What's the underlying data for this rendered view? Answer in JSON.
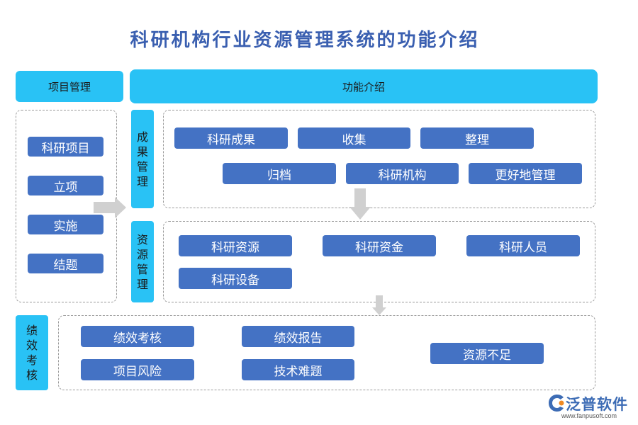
{
  "title": "科研机构行业资源管理系统的功能介绍",
  "left_header": "项目管理",
  "right_header": "功能介绍",
  "project_items": [
    "科研项目",
    "立项",
    "实施",
    "结题"
  ],
  "section_labels": {
    "results": "成果管理",
    "resources": "资源管理",
    "performance": "绩效考核"
  },
  "results_items": [
    "科研成果",
    "收集",
    "整理",
    "归档",
    "科研机构",
    "更好地管理"
  ],
  "resources_items": [
    "科研资源",
    "科研资金",
    "科研人员",
    "科研设备"
  ],
  "performance_items": [
    "绩效考核",
    "绩效报告",
    "资源不足",
    "项目风险",
    "技术难题"
  ],
  "logo": {
    "name": "泛普软件",
    "url": "www.fanpusoft.com"
  },
  "colors": {
    "header": "#29c2f5",
    "button": "#4472c4",
    "title": "#3a5fb0",
    "arrow": "#d0d0d0"
  }
}
